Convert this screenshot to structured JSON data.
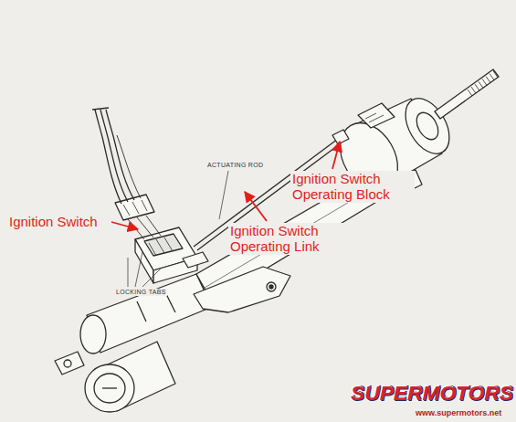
{
  "diagram": {
    "labels": [
      "ACTUATING ROD",
      "Ignition Switch Operating Block",
      "Ignition Switch",
      "Ignition Switch Operating Link",
      "LOCKING TABS",
      "SUPERMOTORS",
      "www.supermotors.net"
    ]
  }
}
